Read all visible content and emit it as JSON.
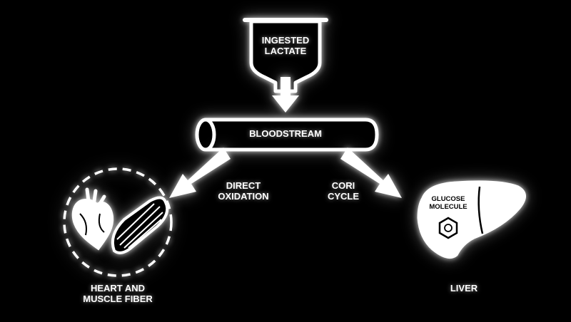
{
  "diagram": {
    "source": {
      "line1": "INGESTED",
      "line2": "LACTATE",
      "icon": "funnel-icon"
    },
    "hub": {
      "label": "BLOODSTREAM",
      "icon": "tube-icon"
    },
    "left_pathway": {
      "line1": "DIRECT",
      "line2": "OXIDATION"
    },
    "right_pathway": {
      "line1": "CORI",
      "line2": "CYCLE"
    },
    "left_target": {
      "line1": "HEART AND",
      "line2": "MUSCLE FIBER",
      "icons": [
        "heart-icon",
        "muscle-fiber-icon"
      ]
    },
    "right_target": {
      "label": "LIVER",
      "inner_line1": "GLUCOSE",
      "inner_line2": "MOLECULE",
      "icons": [
        "liver-icon",
        "benzene-ring-icon"
      ]
    }
  },
  "colors": {
    "background": "#000000",
    "foreground": "#ffffff"
  }
}
